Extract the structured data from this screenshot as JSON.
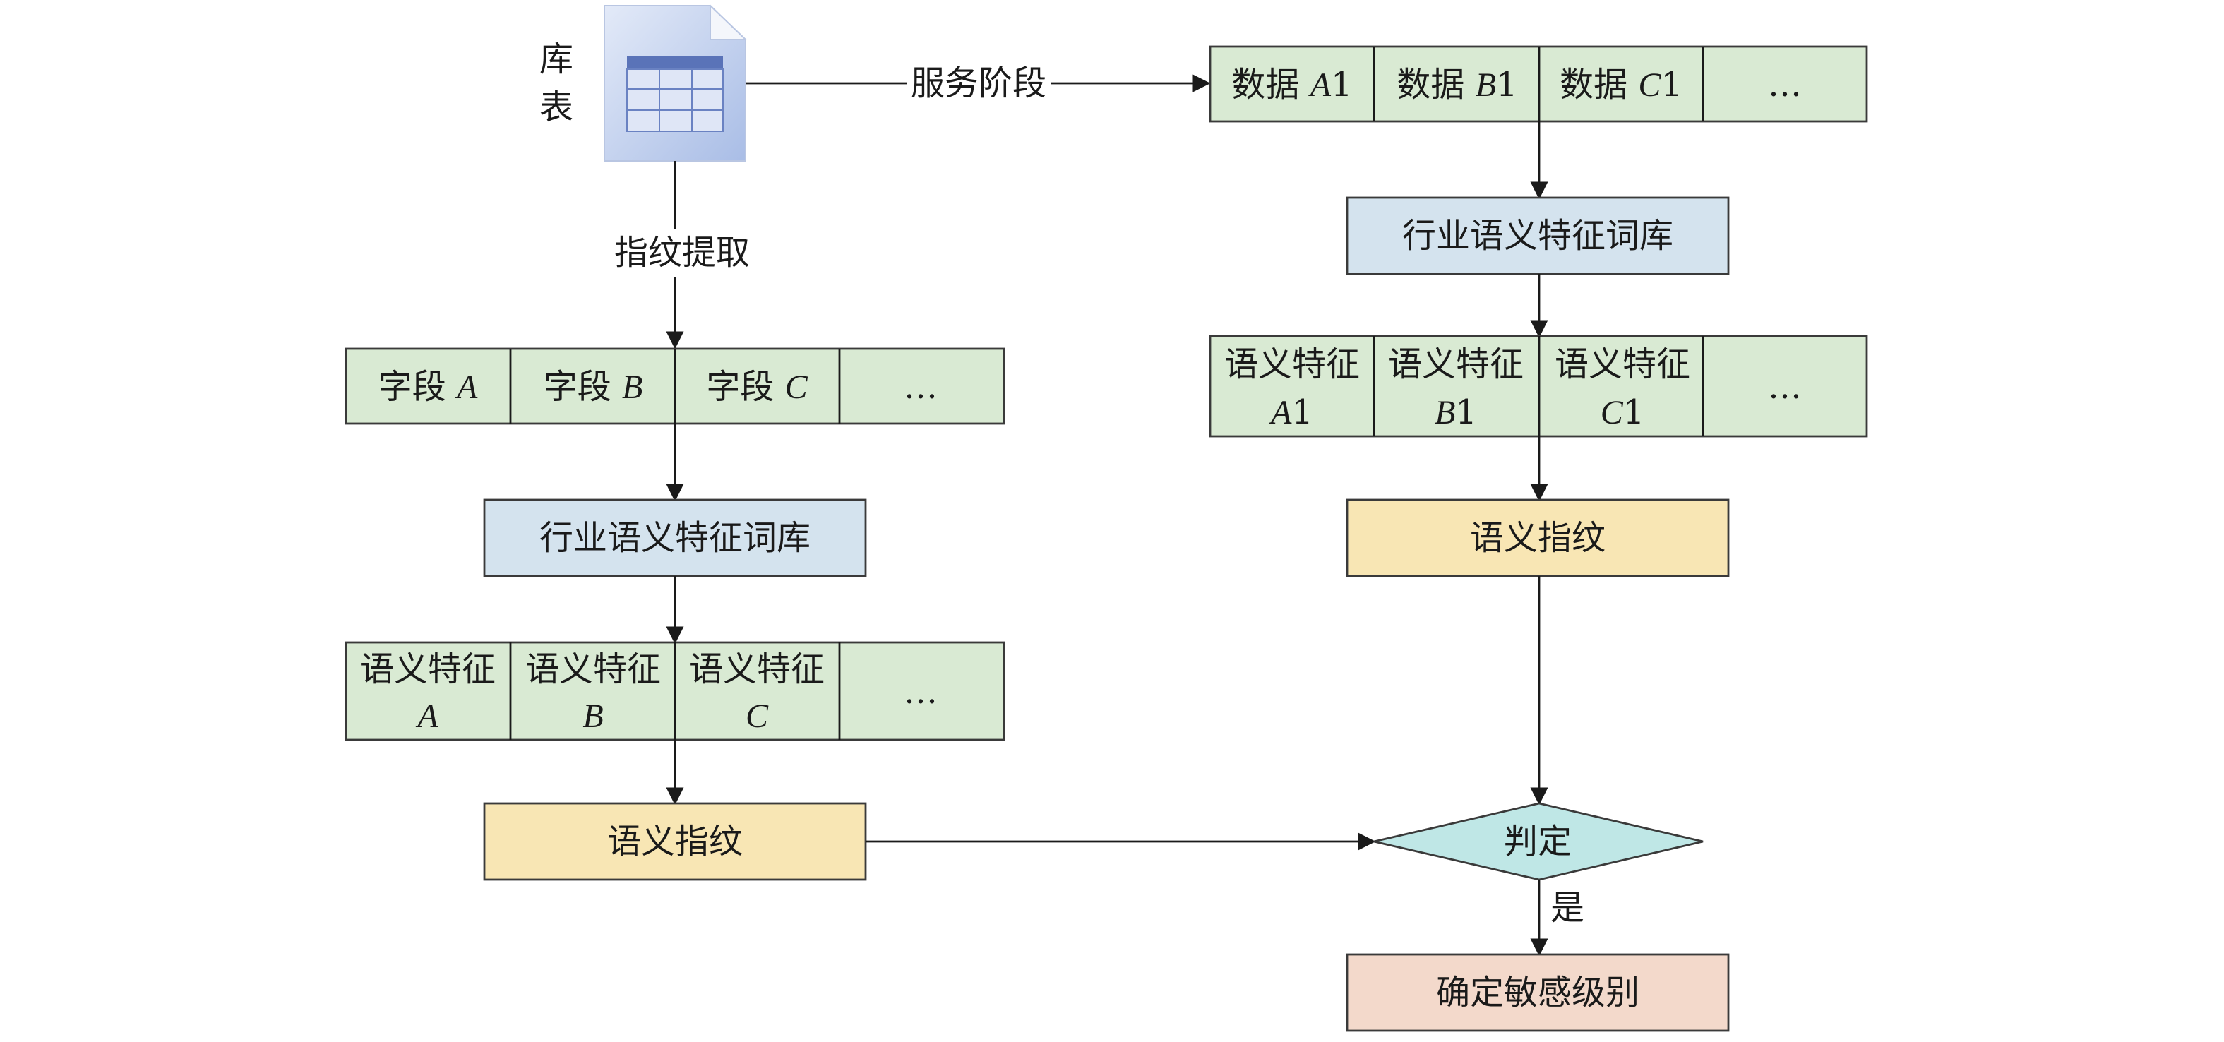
{
  "colors": {
    "cell_green": "#d9ead3",
    "lexicon_blue": "#d4e3ee",
    "fingerprint_yellow": "#f8e6b4",
    "decision_cyan": "#bfe7e6",
    "result_pink": "#f3d9cb",
    "stroke": "#3a3a3a",
    "doc_blue": "#c5d3ee"
  },
  "source": {
    "label_line1": "库",
    "label_line2": "表"
  },
  "edges": {
    "service_stage": "服务阶段",
    "fingerprint_extraction": "指纹提取",
    "yes": "是"
  },
  "left": {
    "fields": [
      {
        "prefix": "字段",
        "var": "A"
      },
      {
        "prefix": "字段",
        "var": "B"
      },
      {
        "prefix": "字段",
        "var": "C"
      },
      {
        "prefix": "",
        "var": "…"
      }
    ],
    "lexicon": "行业语义特征词库",
    "features": [
      {
        "line1": "语义特征",
        "var": "A"
      },
      {
        "line1": "语义特征",
        "var": "B"
      },
      {
        "line1": "语义特征",
        "var": "C"
      },
      {
        "line1": "",
        "var": "…"
      }
    ],
    "fingerprint": "语义指纹"
  },
  "right": {
    "data": [
      {
        "prefix": "数据",
        "var": "A",
        "num": "1"
      },
      {
        "prefix": "数据",
        "var": "B",
        "num": "1"
      },
      {
        "prefix": "数据",
        "var": "C",
        "num": "1"
      },
      {
        "prefix": "",
        "var": "…",
        "num": ""
      }
    ],
    "lexicon": "行业语义特征词库",
    "features": [
      {
        "line1": "语义特征",
        "var": "A",
        "num": "1"
      },
      {
        "line1": "语义特征",
        "var": "B",
        "num": "1"
      },
      {
        "line1": "语义特征",
        "var": "C",
        "num": "1"
      },
      {
        "line1": "",
        "var": "…",
        "num": ""
      }
    ],
    "fingerprint": "语义指纹"
  },
  "decision": "判定",
  "result": "确定敏感级别"
}
